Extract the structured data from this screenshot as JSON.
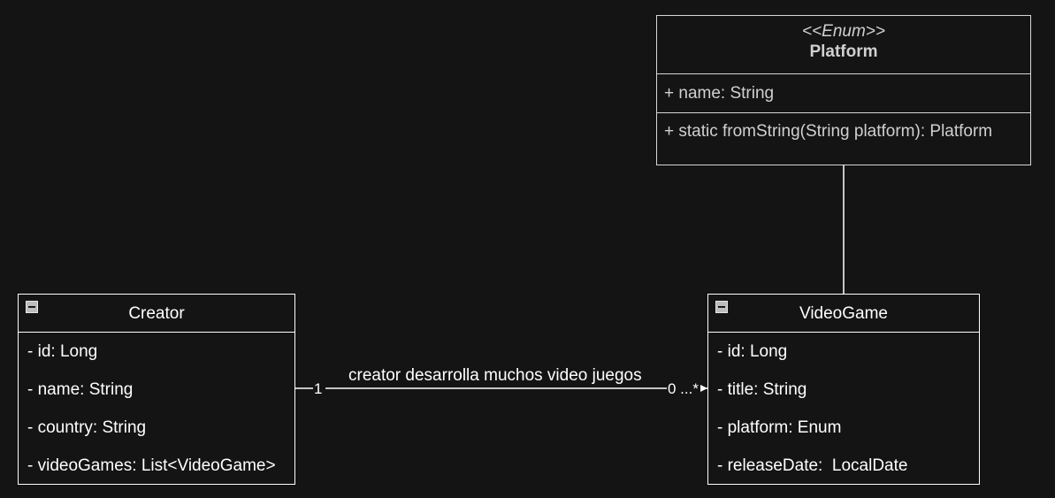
{
  "platform_enum": {
    "stereotype": "<<Enum>>",
    "name": "Platform",
    "attributes": [
      "+ name: String"
    ],
    "operations": [
      "+ static fromString(String platform): Platform"
    ]
  },
  "creator_class": {
    "name": "Creator",
    "attributes": [
      "- id: Long",
      "- name: String",
      "- country: String",
      "- videoGames: List<VideoGame>"
    ]
  },
  "videogame_class": {
    "name": "VideoGame",
    "attributes": [
      "- id: Long",
      "- title: String",
      "- platform: Enum",
      "- releaseDate:  LocalDate"
    ]
  },
  "association": {
    "label": "creator desarrolla muchos video juegos",
    "source_multiplicity": "1",
    "target_multiplicity": "0 ...*"
  },
  "colors": {
    "background": "#141414",
    "line": "#ffffff",
    "enum_text": "#d0d0d0"
  }
}
